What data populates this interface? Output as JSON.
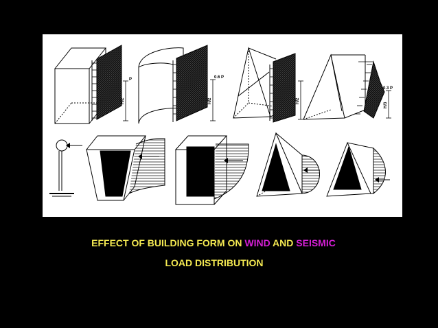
{
  "caption": {
    "line1_a": "EFFECT OF BUILDING FORM ON ",
    "line1_wind": "WIND",
    "line1_b": " AND ",
    "line1_seismic": "SEISMIC",
    "line2": "LOAD DISTRIBUTION"
  },
  "figure_labels": {
    "p": "P",
    "p_half_cyl": "0.6 P",
    "p_pyramid": "0.3 P",
    "h2": "H/2",
    "h3": "H/3"
  },
  "colors": {
    "background": "#000000",
    "panel": "#ffffff",
    "caption_text": "#f5ea52",
    "highlight": "#d61fd6"
  }
}
